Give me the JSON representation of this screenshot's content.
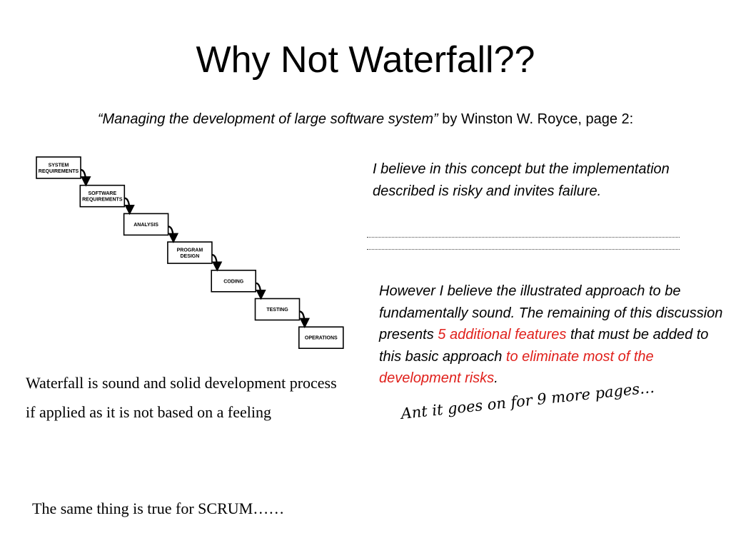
{
  "slide": {
    "title": "Why Not Waterfall??",
    "reference": {
      "quoted_title": "“Managing the development of large software system”",
      "rest": " by Winston W. Royce, page 2:"
    }
  },
  "diagram": {
    "steps": [
      {
        "lines": [
          "SYSTEM",
          "REQUIREMENTS"
        ]
      },
      {
        "lines": [
          "SOFTWARE",
          "REQUIREMENTS"
        ]
      },
      {
        "lines": [
          "ANALYSIS"
        ]
      },
      {
        "lines": [
          "PROGRAM",
          "DESIGN"
        ]
      },
      {
        "lines": [
          "CODING"
        ]
      },
      {
        "lines": [
          "TESTING"
        ]
      },
      {
        "lines": [
          "OPERATIONS"
        ]
      }
    ]
  },
  "quotes": {
    "first": "I believe in this concept but the implementation described is risky and invites failure.",
    "second": {
      "part1": "However I believe the illustrated approach to be fundamentally sound. The remaining of this discussion presents ",
      "highlight1": "5 additional features",
      "part2": " that must be added to this basic approach ",
      "highlight2": "to eliminate most of the development risks",
      "part3": "."
    }
  },
  "notes": {
    "handwritten": "Ant it goes on for 9 more pages…",
    "left": "Waterfall is sound and solid development process if applied as it is not based on a feeling",
    "bottom": "The same thing is true for  SCRUM……"
  },
  "colors": {
    "text": "#000000",
    "highlight": "#e0201b",
    "background": "#ffffff"
  }
}
